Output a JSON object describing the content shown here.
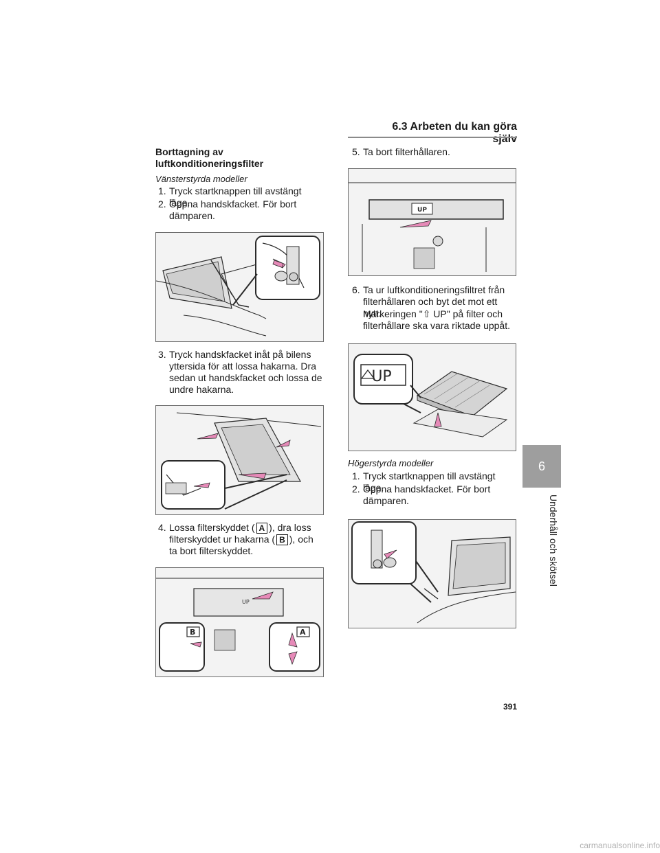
{
  "header": {
    "section_title": "6.3 Arbeten du kan göra själv"
  },
  "sidebar": {
    "tab_number": "6",
    "tab_text": "Underhåll och skötsel"
  },
  "page_number": "391",
  "watermark": "carmanualsonline.info",
  "left_column": {
    "title": "Borttagning av luftkonditioneringsfilter",
    "subhead": "Vänsterstyrda modeller",
    "steps": [
      {
        "num": "1.",
        "text": "Tryck startknappen till avstängt läge."
      },
      {
        "num": "2.",
        "text": "Öppna handskfacket. För bort dämparen."
      },
      {
        "num": "3.",
        "text": "Tryck handskfacket inåt på bilens yttersida för att lossa hakarna. Dra sedan ut handskfacket och lossa de undre hakarna."
      },
      {
        "num": "4.",
        "text_a": "Lossa filterskyddet (",
        "callout_a": "A",
        "text_b": "), dra loss filterskyddet ur hakarna (",
        "callout_b": "B",
        "text_c": "), och ta bort filterskyddet."
      }
    ]
  },
  "right_column": {
    "steps": [
      {
        "num": "5.",
        "text": "Ta bort filterhållaren."
      },
      {
        "num": "6.",
        "text": "Ta ur luftkonditioneringsfiltret från filterhållaren och byt det mot ett nytt."
      }
    ],
    "note_a": "Markeringen \"",
    "note_b": " UP\" på filter och filterhållare ska vara riktade uppåt.",
    "subhead": "Högerstyrda modeller",
    "steps2": [
      {
        "num": "1.",
        "text": "Tryck startknappen till avstängt läge."
      },
      {
        "num": "2.",
        "text": "Öppna handskfacket. För bort dämparen."
      }
    ]
  },
  "figure_labels": {
    "up_label": "UP",
    "up_small": "UP",
    "callout_a": "A",
    "callout_b": "B"
  },
  "colors": {
    "arrow_pink": "#e68ab8",
    "tab_gray": "#9e9e9e",
    "line_dark": "#2a2a2a"
  }
}
